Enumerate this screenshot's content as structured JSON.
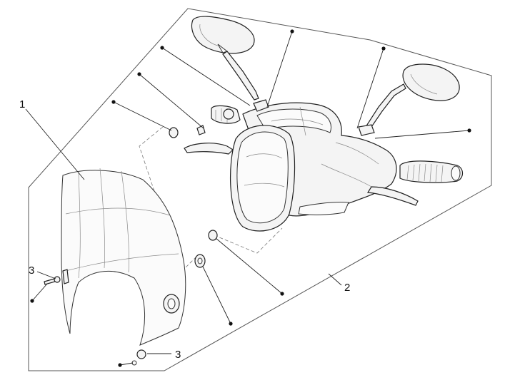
{
  "callouts": {
    "windscreen": "1",
    "kit": "2",
    "fastener_upper": "3",
    "fastener_lower": "3"
  },
  "icons": {
    "windscreen": "windscreen-icon",
    "handlebar": "handlebar-icon",
    "mirror_left": "mirror-icon",
    "mirror_right": "mirror-icon"
  },
  "colors": {
    "line": "#222222",
    "frame": "#555555",
    "background": "#ffffff"
  }
}
